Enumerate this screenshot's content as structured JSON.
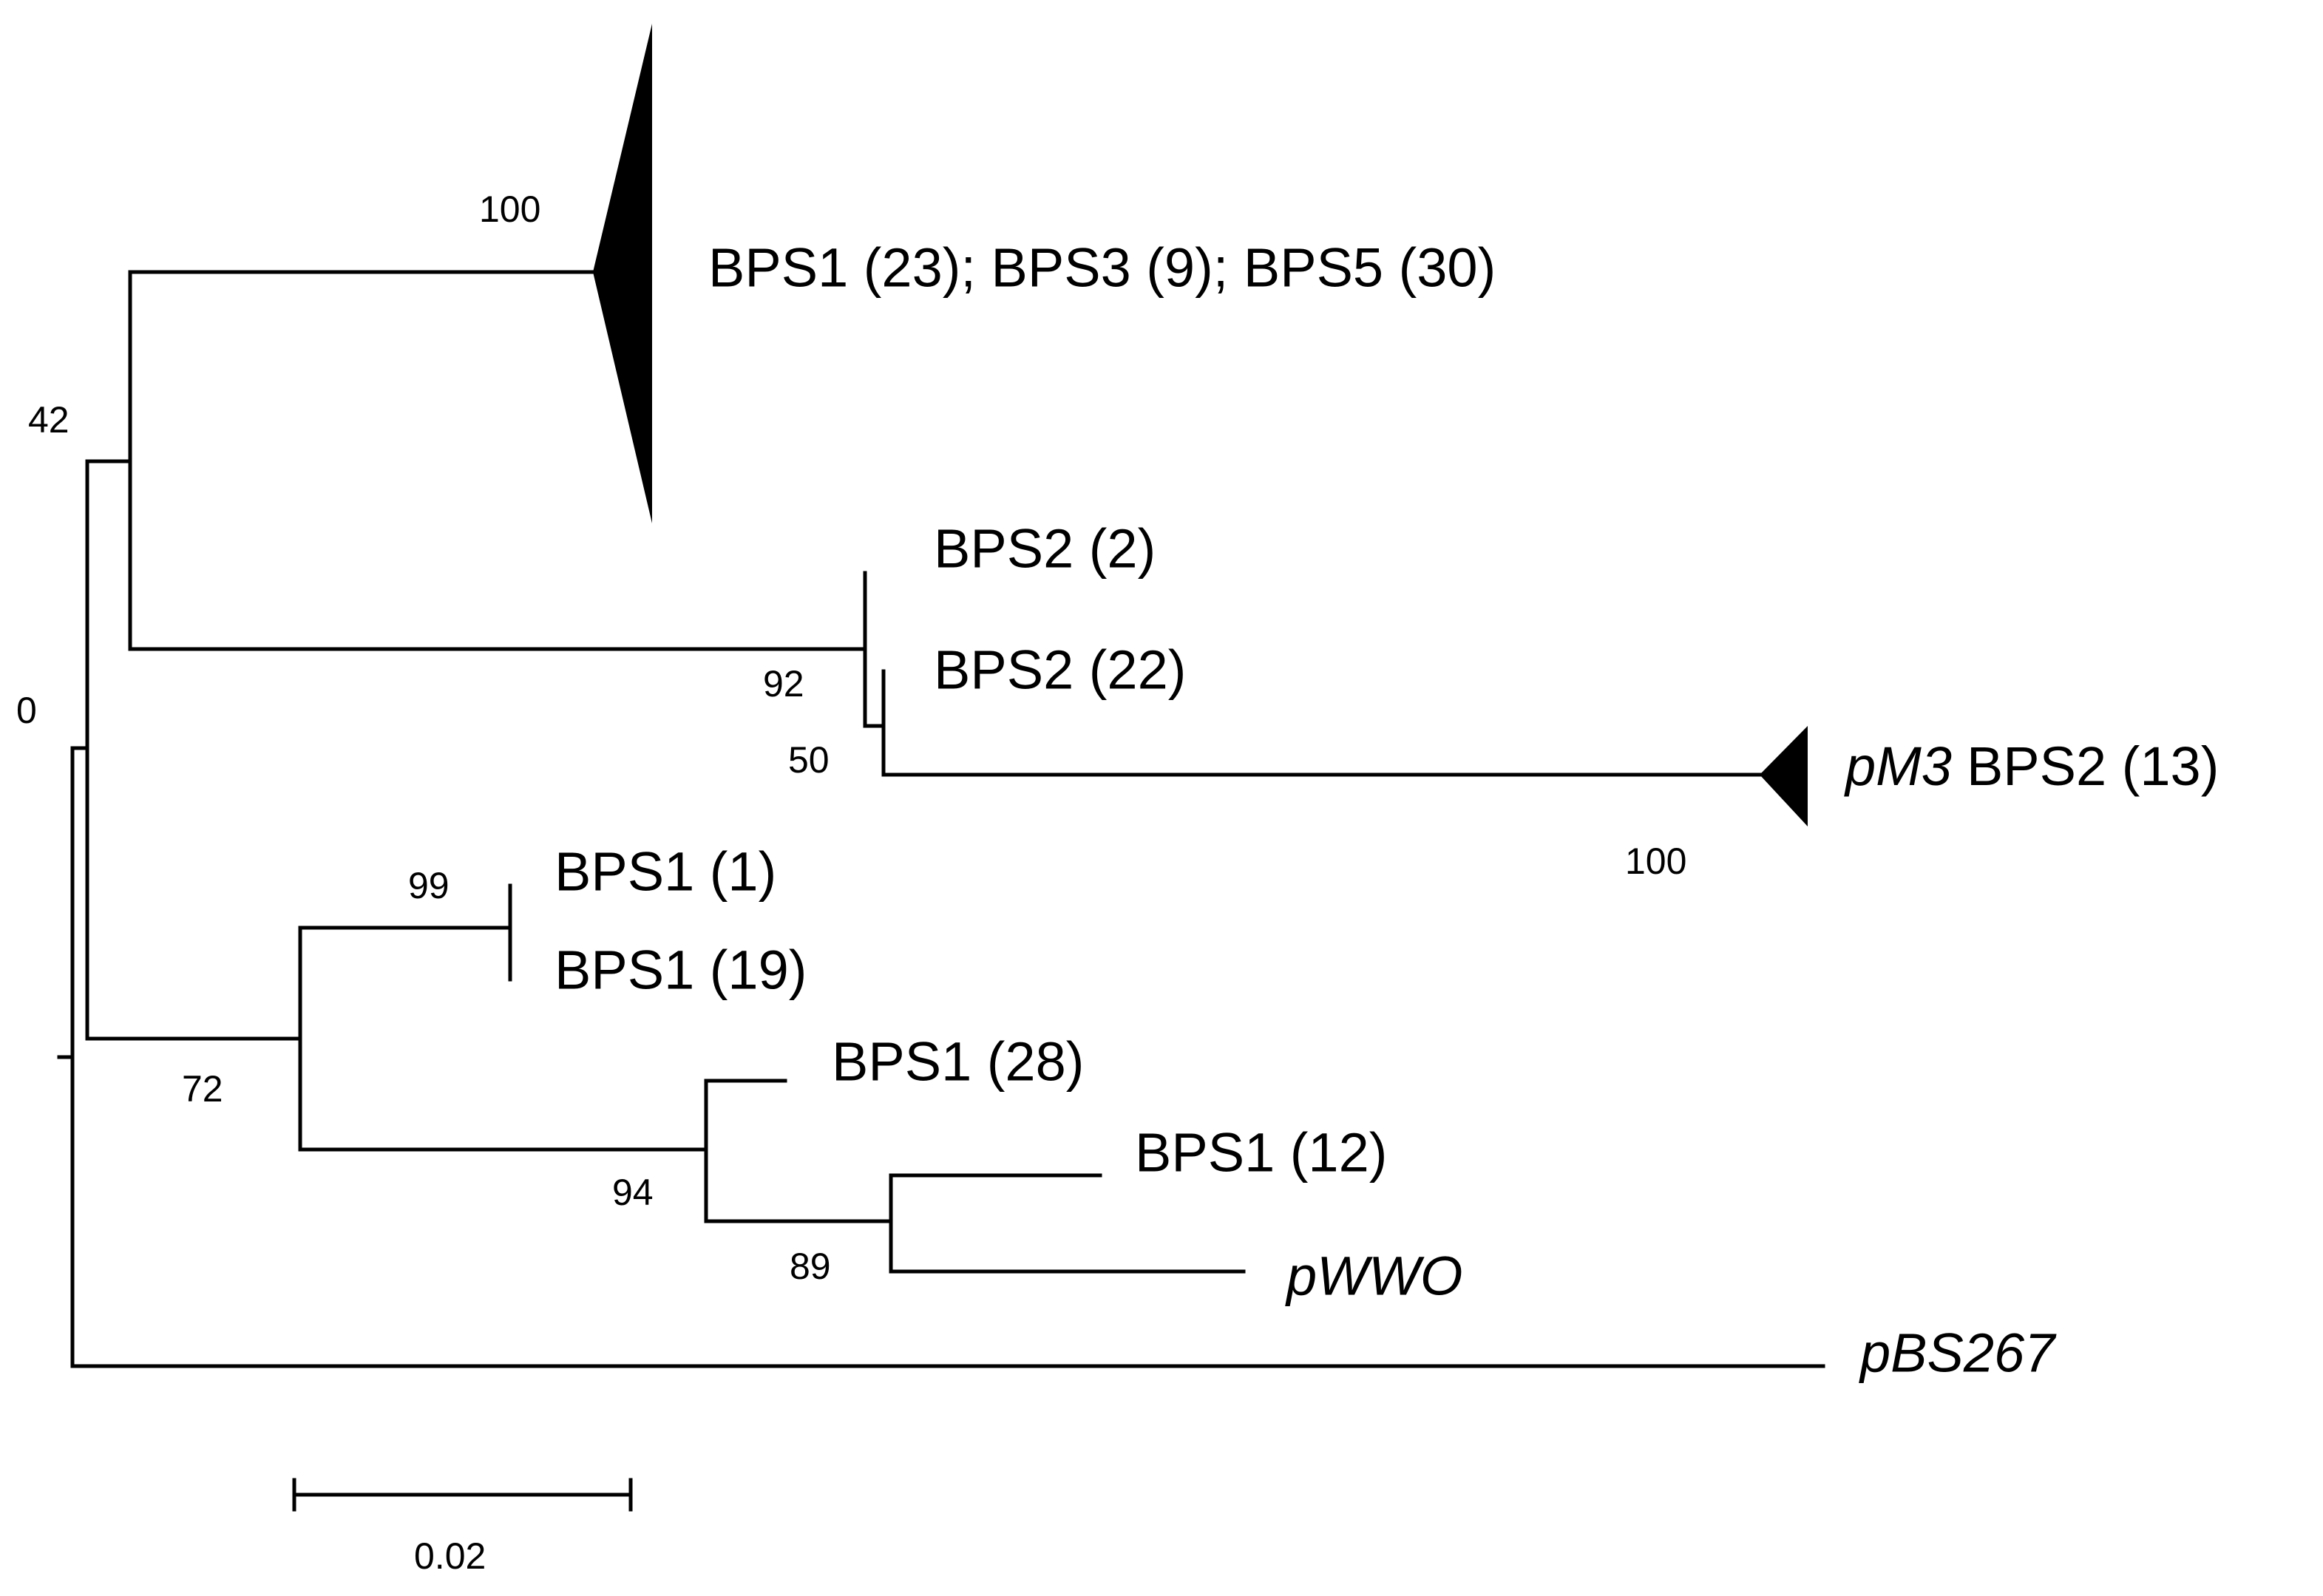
{
  "tree": {
    "taxa": {
      "collapsed_main": "BPS1 (23); BPS3 (9); BPS5 (30)",
      "bps2_2": "BPS2 (2)",
      "bps2_22": "BPS2 (22)",
      "pm3_prefix": "pM3",
      "pm3_suffix": "BPS2 (13)",
      "bps1_1": "BPS1 (1)",
      "bps1_19": "BPS1 (19)",
      "bps1_28": "BPS1 (28)",
      "bps1_12": "BPS1 (12)",
      "pwwo": "pWWO",
      "pbs267": "pBS267"
    },
    "support_values": {
      "clade_main": "100",
      "node_42": "42",
      "node_0": "0",
      "node_92": "92",
      "node_50": "50",
      "clade_pm3": "100",
      "node_99": "99",
      "node_72": "72",
      "node_94": "94",
      "node_89": "89"
    },
    "scale_bar": {
      "label": "0.02",
      "value": 0.02
    },
    "colors": {
      "branch": "#000000",
      "background": "#ffffff"
    }
  }
}
